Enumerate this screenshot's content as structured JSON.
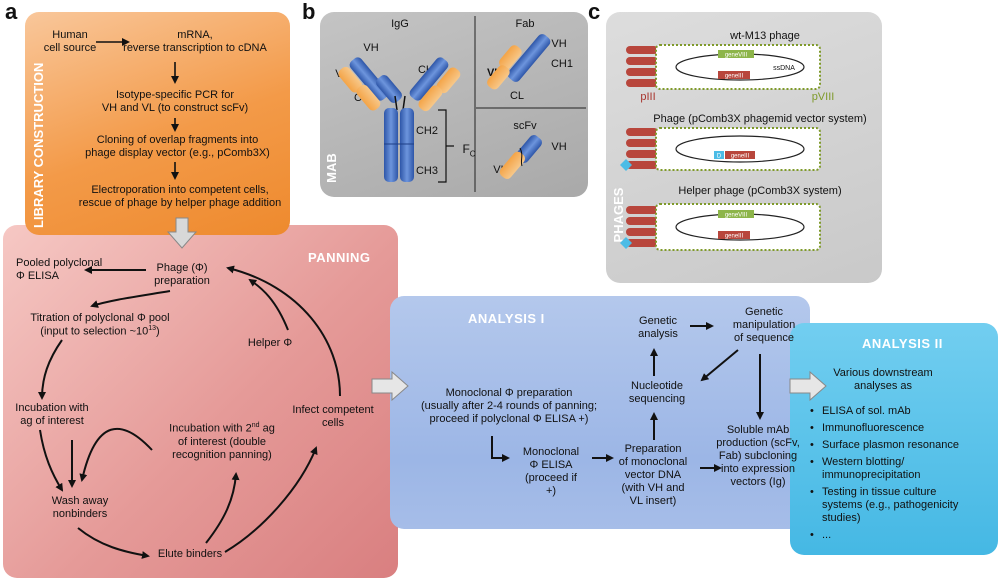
{
  "panels": {
    "a": "a",
    "b": "b",
    "c": "c"
  },
  "library": {
    "title": "LIBRARY\nCONSTRUCTION",
    "source": "Human\ncell source",
    "mrna": "mRNA,\nreverse transcription to cDNA",
    "pcr": "Isotype-specific PCR for\nVH and VL (to construct scFv)",
    "cloning": "Cloning of overlap fragments into\nphage display vector (e.g., pComb3X)",
    "electro": "Electroporation into competent cells,\nrescue of phage by helper phage addition"
  },
  "mab": {
    "title": "MAB",
    "igg": "IgG",
    "fab": "Fab",
    "scfv": "scFv",
    "vh": "VH",
    "vl": "VL",
    "ch1": "CH1",
    "cl": "CL",
    "ch2": "CH2",
    "ch3": "CH3",
    "fc": "F",
    "fc_sub": "C"
  },
  "phages": {
    "title": "PHAGES",
    "wt": "wt-M13 phage",
    "phagemid": "Phage (pComb3X phagemid vector system)",
    "helper": "Helper phage (pComb3X system)",
    "gene8": "geneVIII",
    "gene3": "geneIII",
    "ssdna": "ssDNA",
    "d": "D",
    "piii": "pIII",
    "pviii": "pVIII"
  },
  "panning": {
    "title": "PANNING",
    "prep": "Phage (Φ)\npreparation",
    "pooled": "Pooled polyclonal\nΦ ELISA",
    "titration": "Titration of polyclonal Φ pool",
    "titration_sub": "(input to selection ~10",
    "titration_exp": "13",
    "titration_end": ")",
    "incubation": "Incubation with\nag of interest",
    "wash": "Wash away\nnonbinders",
    "elute": "Elute binders",
    "incubation2_pre": "Incubation with 2",
    "incubation2_sup": "nd",
    "incubation2_post": " ag",
    "incubation2_rest": "of interest (double\nrecognition panning)",
    "infect": "Infect competent\ncells",
    "helper": "Helper Φ"
  },
  "analysis1": {
    "title": "ANALYSIS I",
    "monoprep": "Monoclonal Φ preparation\n(usually after 2-4 rounds of panning;\nproceed if polyclonal Φ ELISA +)",
    "monoelisa": "Monoclonal\nΦ ELISA\n(proceed if\n+)",
    "prepdna": "Preparation\nof monoclonal\nvector DNA\n(with VH and\nVL insert)",
    "seq": "Nucleotide\nsequencing",
    "genan": "Genetic\nanalysis",
    "genman": "Genetic\nmanipulation\nof sequence",
    "soluble": "Soluble mAb\nproduction (scFv,\nFab) subcloning\ninto expression\nvectors (Ig)"
  },
  "analysis2": {
    "title": "ANALYSIS II",
    "intro": "Various downstream\nanalyses as",
    "items": [
      "ELISA of sol. mAb",
      "Immunofluorescence",
      "Surface plasmon resonance",
      "Western blotting/\nimmunoprecipitation",
      "Testing in tissue culture\nsystems (e.g., pathogenicity\nstudies)",
      "..."
    ]
  },
  "colors": {
    "orange": "#f0943c",
    "pink": "#e39494",
    "blue": "#9fb9e6",
    "cyan": "#4cbce6",
    "grey": "#c4c4c4",
    "heavy": "#3f66b8",
    "light": "#f19a3b",
    "phage_red": "#b8463c"
  }
}
